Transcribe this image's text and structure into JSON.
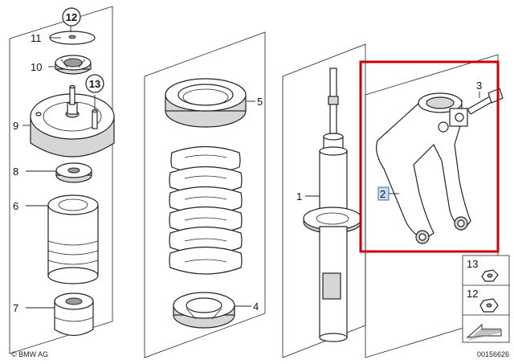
{
  "copyright": "© BMW AG",
  "diagram_id": "00156626",
  "callouts": {
    "c1": "1",
    "c2": "2",
    "c3": "3",
    "c4": "4",
    "c5": "5",
    "c6": "6",
    "c7": "7",
    "c8": "8",
    "c9": "9",
    "c10": "10",
    "c11": "11",
    "c12": "12",
    "c13": "13"
  },
  "legend": {
    "item_13": "13",
    "item_12": "12"
  },
  "highlight_color": "#cc0000"
}
